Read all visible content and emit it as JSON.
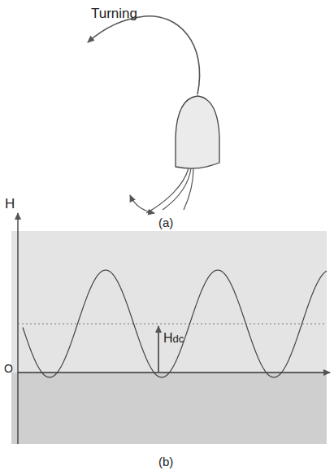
{
  "diagram": {
    "labels": [
      "Turning",
      "(a)",
      "H",
      "O",
      "H",
      "dc",
      "(b)"
    ]
  }
}
